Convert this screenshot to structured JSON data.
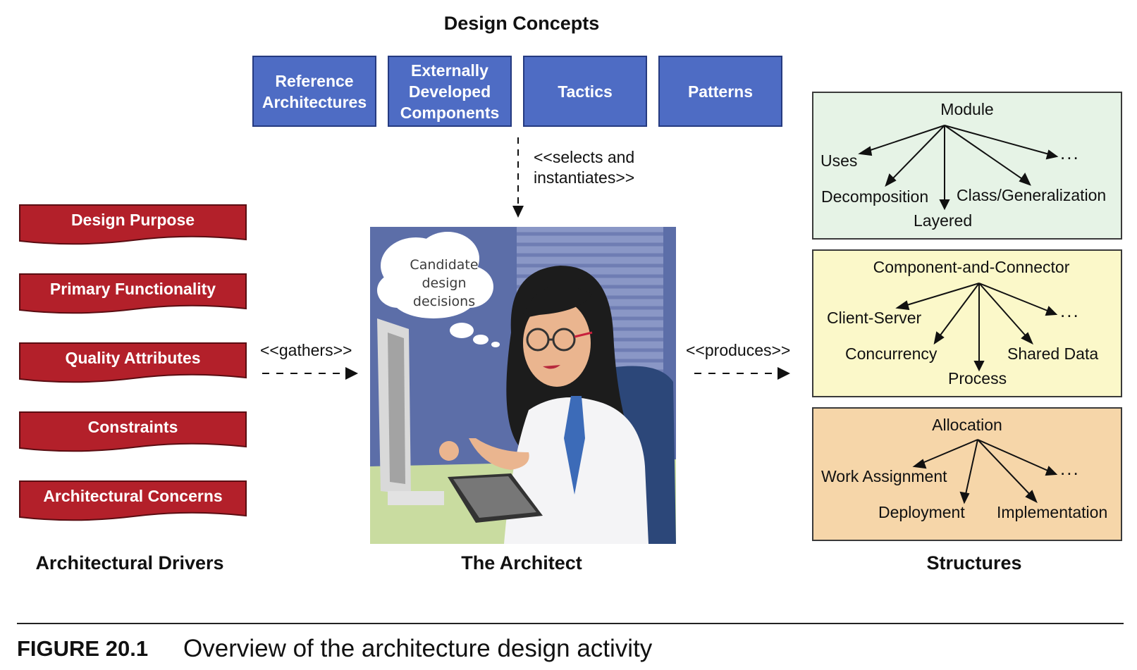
{
  "design_concepts": {
    "heading": "Design Concepts",
    "boxes": [
      "Reference\nArchitectures",
      "Externally\nDeveloped\nComponents",
      "Tactics",
      "Patterns"
    ]
  },
  "selects_label": "<<selects and\ninstantiates>>",
  "drivers": {
    "items": [
      "Design Purpose",
      "Primary Functionality",
      "Quality Attributes",
      "Constraints",
      "Architectural Concerns"
    ],
    "heading": "Architectural Drivers"
  },
  "gathers_label": "<<gathers>>",
  "architect": {
    "thought": "Candidate\ndesign\ndecisions",
    "heading": "The Architect"
  },
  "produces_label": "<<produces>>",
  "structures": {
    "heading": "Structures",
    "module": {
      "title": "Module",
      "uses": "Uses",
      "decomposition": "Decomposition",
      "layered": "Layered",
      "class_generalization": "Class/Generalization",
      "more": "..."
    },
    "cnc": {
      "title": "Component-and-Connector",
      "client_server": "Client-Server",
      "concurrency": "Concurrency",
      "process": "Process",
      "shared_data": "Shared Data",
      "more": "..."
    },
    "allocation": {
      "title": "Allocation",
      "work_assignment": "Work Assignment",
      "deployment": "Deployment",
      "implementation": "Implementation",
      "more": "..."
    }
  },
  "caption": {
    "number": "FIGURE 20.1",
    "text": "Overview of the architecture design activity"
  },
  "colors": {
    "concept_fill": "#4e6cc4",
    "driver_fill": "#b3202a",
    "module_fill": "#e6f3e6",
    "cnc_fill": "#fbf8c9",
    "allocation_fill": "#f6d6a9"
  }
}
